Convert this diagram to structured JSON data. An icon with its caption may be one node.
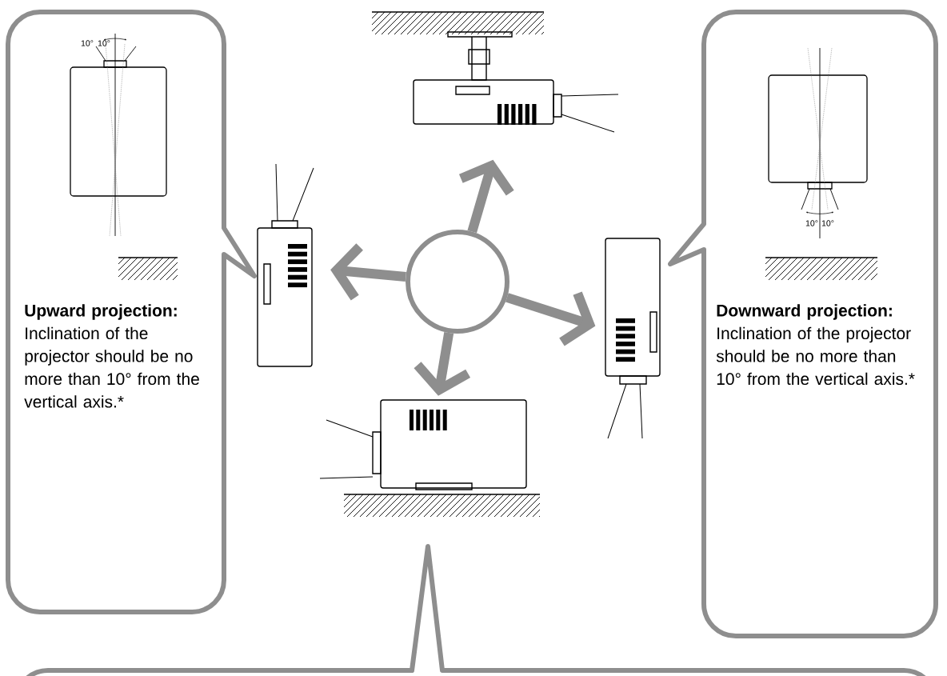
{
  "diagram": {
    "nodes": [
      {
        "text": [
          "Upward projection:",
          "Inclination of the projector should be no more than 10° from the vertical axis.*"
        ]
      },
      {
        "text": [],
        "shape": "picture"
      },
      {
        "text": [
          "Downward projection:",
          "Inclination of the projector should be no more than 10° from the vertical axis.*"
        ]
      },
      {
        "text": [],
        "shape": "picture"
      },
      {
        "text": [],
        "shape": "circle"
      },
      {
        "text": [],
        "shape": "picture"
      },
      {
        "text": [],
        "shape": "picture"
      },
      {
        "text": [],
        "shape": "box"
      }
    ],
    "edges": [
      {
        "from": 4,
        "to": 1,
        "arrow": "to"
      },
      {
        "from": 4,
        "to": 3,
        "arrow": "to"
      },
      {
        "from": 4,
        "to": 5,
        "arrow": "to"
      },
      {
        "from": 4,
        "to": 6,
        "arrow": "to"
      }
    ],
    "labels": [
      "10°",
      "10°",
      "10°",
      "10°"
    ]
  }
}
